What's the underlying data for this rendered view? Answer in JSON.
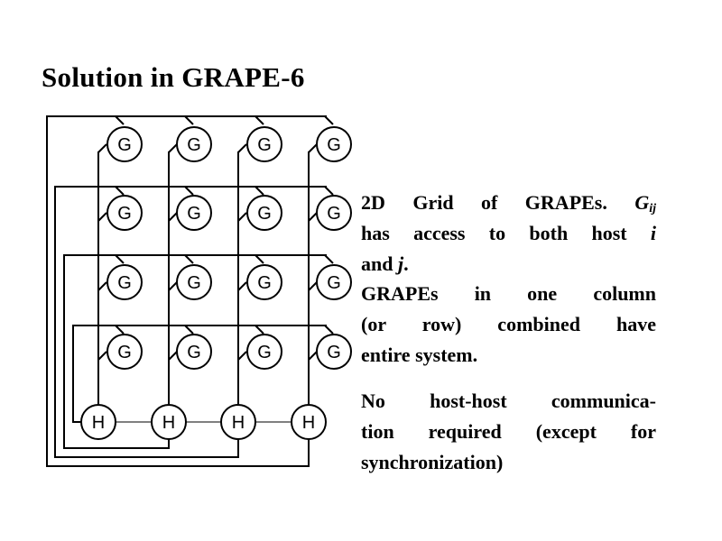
{
  "title": "Solution in GRAPE-6",
  "diagram": {
    "grape_label": "G",
    "host_label": "H",
    "rows": 4,
    "cols": 4
  },
  "para1": {
    "l1_text": "2D Grid of GRAPEs.",
    "l1_math": "G",
    "l1_sub": "ij",
    "l2_text": "has access to both host",
    "l2_math": "i",
    "l3_text": "and",
    "l3_math": "j",
    "l3_end": ".",
    "l4": "GRAPEs in one column",
    "l5": "(or row) combined have",
    "l6": "entire system."
  },
  "para2": {
    "l1": "No host-host communica-",
    "l2": "tion required (except for",
    "l3": "synchronization)"
  }
}
